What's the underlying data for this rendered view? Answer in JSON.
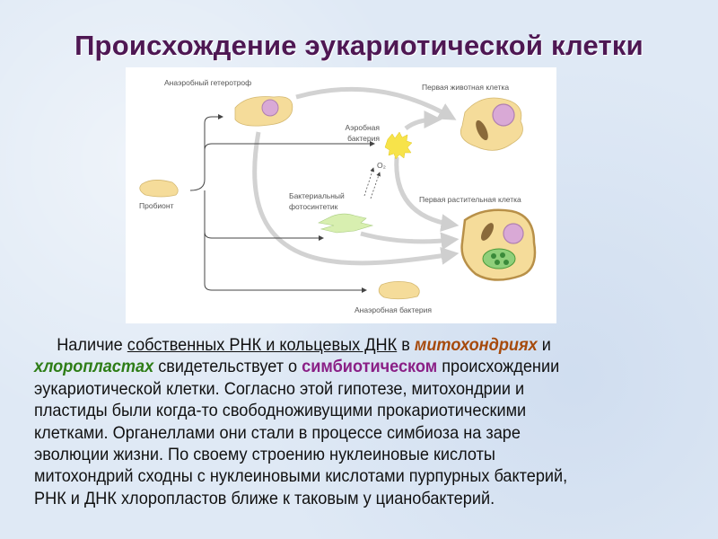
{
  "title": "Происхождение эукариотической клетки",
  "diagram": {
    "labels": {
      "anaerobic_heterotroph": "Анаэробный гетеротроф",
      "first_animal_cell": "Первая животная клетка",
      "aerobic_bacterium_1": "Аэробная",
      "aerobic_bacterium_2": "бактерия",
      "o2": "O₂",
      "photosynthetic_1": "Бактериальный",
      "photosynthetic_2": "фотосинтетик",
      "first_plant_cell": "Первая растительная клетка",
      "probiont": "Пробионт",
      "anaerobic_bacterium": "Анаэробная бактерия"
    },
    "colors": {
      "cell": "#f5dc9a",
      "nucleus": "#d9a9d6",
      "chloroplast": "#8fcf7a",
      "aerobic": "#f7e34a",
      "arrow": "#d0d0d0"
    }
  },
  "text": {
    "p1_indent": "Наличие ",
    "p1_underlined": "собственных РНК и кольцевых ДНК",
    "p1_in": " в ",
    "mitochondria": "митохондриях",
    "p1_and": " и",
    "chloroplasts": "хлоропластах",
    "p1_testifies": " свидетельствует о ",
    "symbiotic": "симбиотическом",
    "p1_origin": " происхождении",
    "lines": [
      "эукариотической клетки. Согласно этой гипотезе, митохондрии и",
      "пластиды были когда-то свободноживущими прокариотическими",
      "клетками. Органеллами они стали в процессе симбиоза на заре",
      "эволюции жизни. По своему строению нуклеиновые кислоты",
      "митохондрий сходны с нуклеиновыми кислотами пурпурных бактерий,",
      "РНК и ДНК хлоропластов ближе к таковым у цианобактерий."
    ]
  }
}
